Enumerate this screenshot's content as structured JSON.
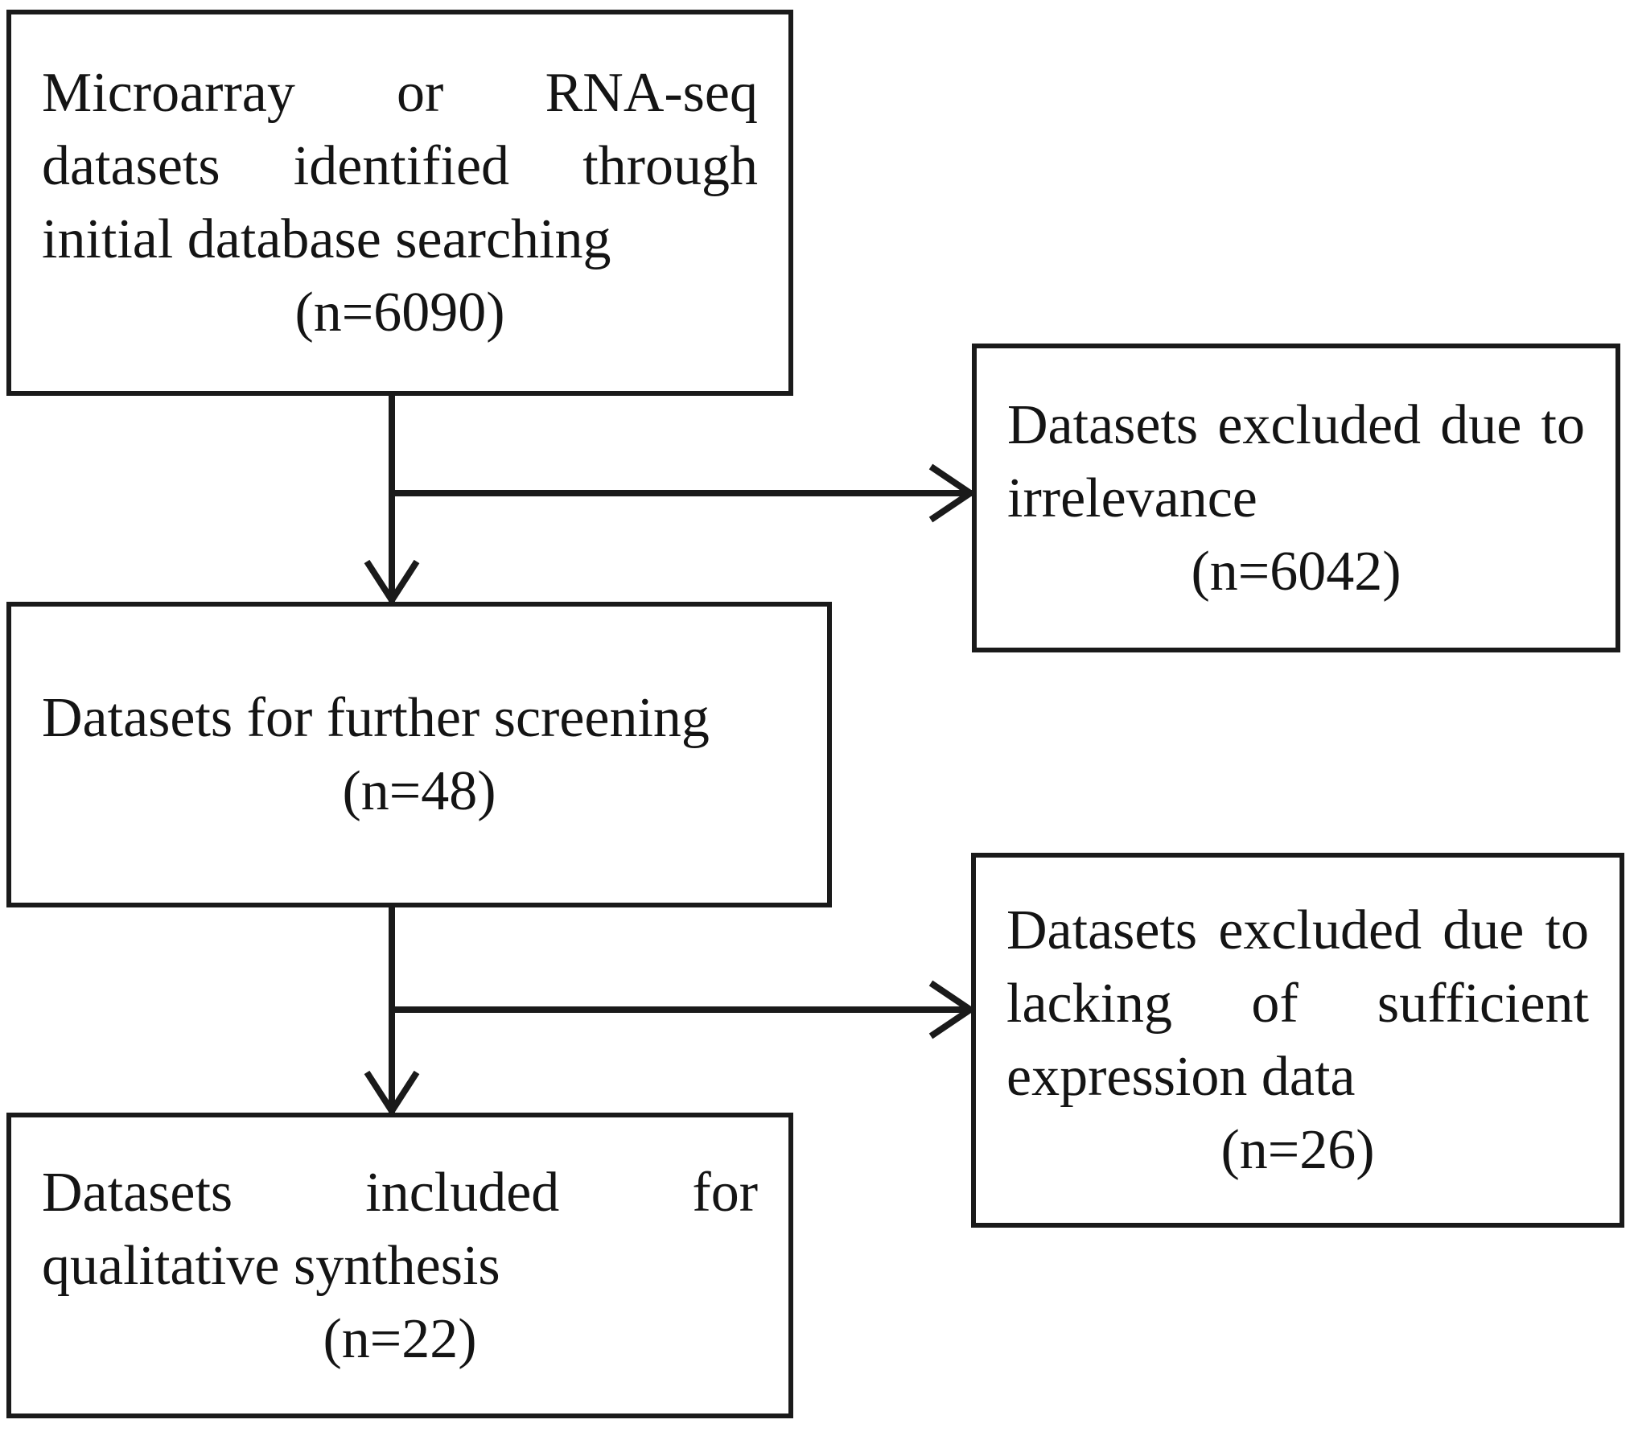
{
  "diagram": {
    "title": "Dataset selection flowchart",
    "type": "prisma-flowchart",
    "stroke_color": "#1a1a1a",
    "background_color": "#ffffff"
  },
  "boxes": {
    "identified": {
      "text": "Microarray or RNA-seq datasets identified through initial database searching",
      "count": "(n=6090)"
    },
    "excluded_irrelevance": {
      "text": "Datasets excluded due to irrelevance",
      "count": "(n=6042)"
    },
    "screening": {
      "text": "Datasets for further screening",
      "count": "(n=48)"
    },
    "excluded_insufficient": {
      "text": "Datasets excluded due to lacking of sufficient expression data",
      "count": "(n=26)"
    },
    "included": {
      "text": "Datasets included for qualitative synthesis",
      "count": "(n=22)"
    }
  },
  "connectors": [
    {
      "name": "identified-to-screening",
      "kind": "vertical-arrow"
    },
    {
      "name": "identified-to-excluded-irrelevance",
      "kind": "horizontal-arrow"
    },
    {
      "name": "screening-to-included",
      "kind": "vertical-arrow"
    },
    {
      "name": "screening-to-excluded-insufficient",
      "kind": "horizontal-arrow"
    }
  ]
}
